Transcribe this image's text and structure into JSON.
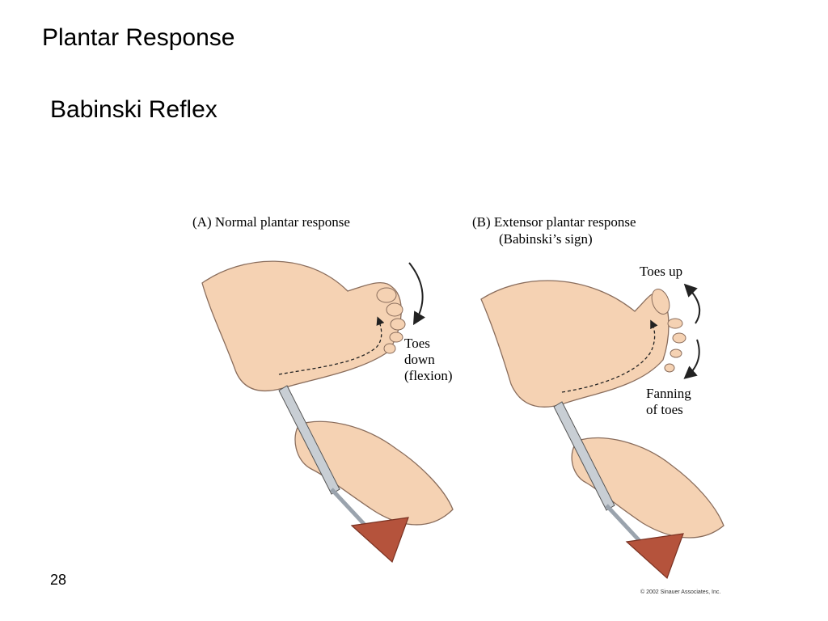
{
  "slide": {
    "title": "Plantar Response",
    "subtitle": "Babinski Reflex",
    "page_number": "28"
  },
  "figure": {
    "panel_a": {
      "caption": "(A)  Normal plantar response",
      "label_line1": "Toes",
      "label_line2": "down",
      "label_line3": "(flexion)"
    },
    "panel_b": {
      "caption_line1": "(B)  Extensor plantar response",
      "caption_line2": "(Babinski’s sign)",
      "label_toes_up": "Toes up",
      "label_fanning_line1": "Fanning",
      "label_fanning_line2": "of toes"
    },
    "copyright": "© 2002 Sinauer Associates, Inc."
  },
  "colors": {
    "skin": "#f5d2b3",
    "skin_shade": "#e8b896",
    "outline": "#8a6d5c",
    "hammer": "#b5533c",
    "metal": "#9aa3ad"
  }
}
